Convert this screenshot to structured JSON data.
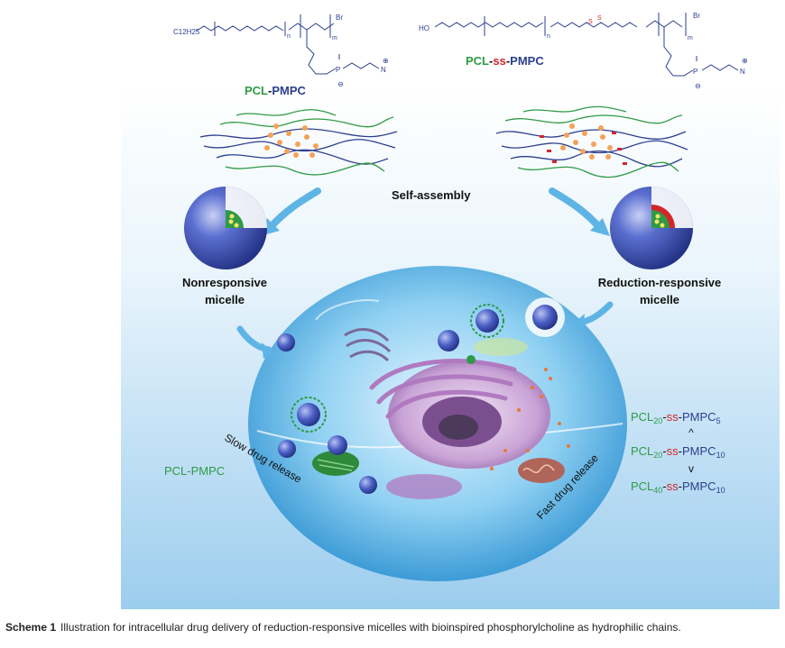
{
  "structures": {
    "left": {
      "alkyl": "C12H25",
      "bromine": "Br",
      "phosphorus": "P",
      "nitrogen": "N",
      "repeat_n": "n",
      "repeat_m": "m",
      "plus": "⊕",
      "minus": "⊖",
      "name_pcl": "PCL",
      "name_dash": "-",
      "name_pmpc": "PMPC"
    },
    "right": {
      "hydroxyl": "HO",
      "disulfide_s1": "S",
      "disulfide_s2": "S",
      "bromine": "Br",
      "phosphorus": "P",
      "nitrogen": "N",
      "repeat_n": "n",
      "repeat_m": "m",
      "plus": "⊕",
      "minus": "⊖",
      "name_pcl": "PCL",
      "name_dash1": "-",
      "name_ss": "ss",
      "name_dash2": "-",
      "name_pmpc": "PMPC"
    }
  },
  "labels": {
    "self_assembly": "Self-assembly",
    "nonresponsive_line1": "Nonresponsive",
    "nonresponsive_line2": "micelle",
    "responsive_line1": "Reduction-responsive",
    "responsive_line2": "micelle",
    "left_polymer": "PCL-PMPC",
    "slow_release": "Slow drug release",
    "fast_release": "Fast drug release"
  },
  "ranking": {
    "row1": {
      "pcl": "PCL",
      "pcl_sub": "20",
      "dash1": "-",
      "ss": "ss",
      "dash2": "-",
      "pmpc": "PMPC",
      "pmpc_sub": "5"
    },
    "sep1": "^",
    "row2": {
      "pcl": "PCL",
      "pcl_sub": "20",
      "dash1": "-",
      "ss": "ss",
      "dash2": "-",
      "pmpc": "PMPC",
      "pmpc_sub": "10"
    },
    "sep2": "v",
    "row3": {
      "pcl": "PCL",
      "pcl_sub": "40",
      "dash1": "-",
      "ss": "ss",
      "dash2": "-",
      "pmpc": "PMPC",
      "pmpc_sub": "10"
    }
  },
  "caption": {
    "label": "Scheme 1",
    "text": "Illustration for intracellular drug delivery of reduction-responsive micelles with bioinspired phosphorylcholine as hydrophilic chains."
  },
  "colors": {
    "panel_top": "#ffffff",
    "panel_bottom": "#a8d4ef",
    "pcl_green": "#2f9a45",
    "pmpc_navy": "#2c3f8f",
    "disulfide_red": "#d3262b",
    "micelle_blue": "#3b4fb0",
    "cell_blue": "#3a9fd8",
    "organelle_purple": "#b07ac0",
    "drug_orange": "#f4a25a",
    "arrow_blue": "#5fb4e6"
  }
}
